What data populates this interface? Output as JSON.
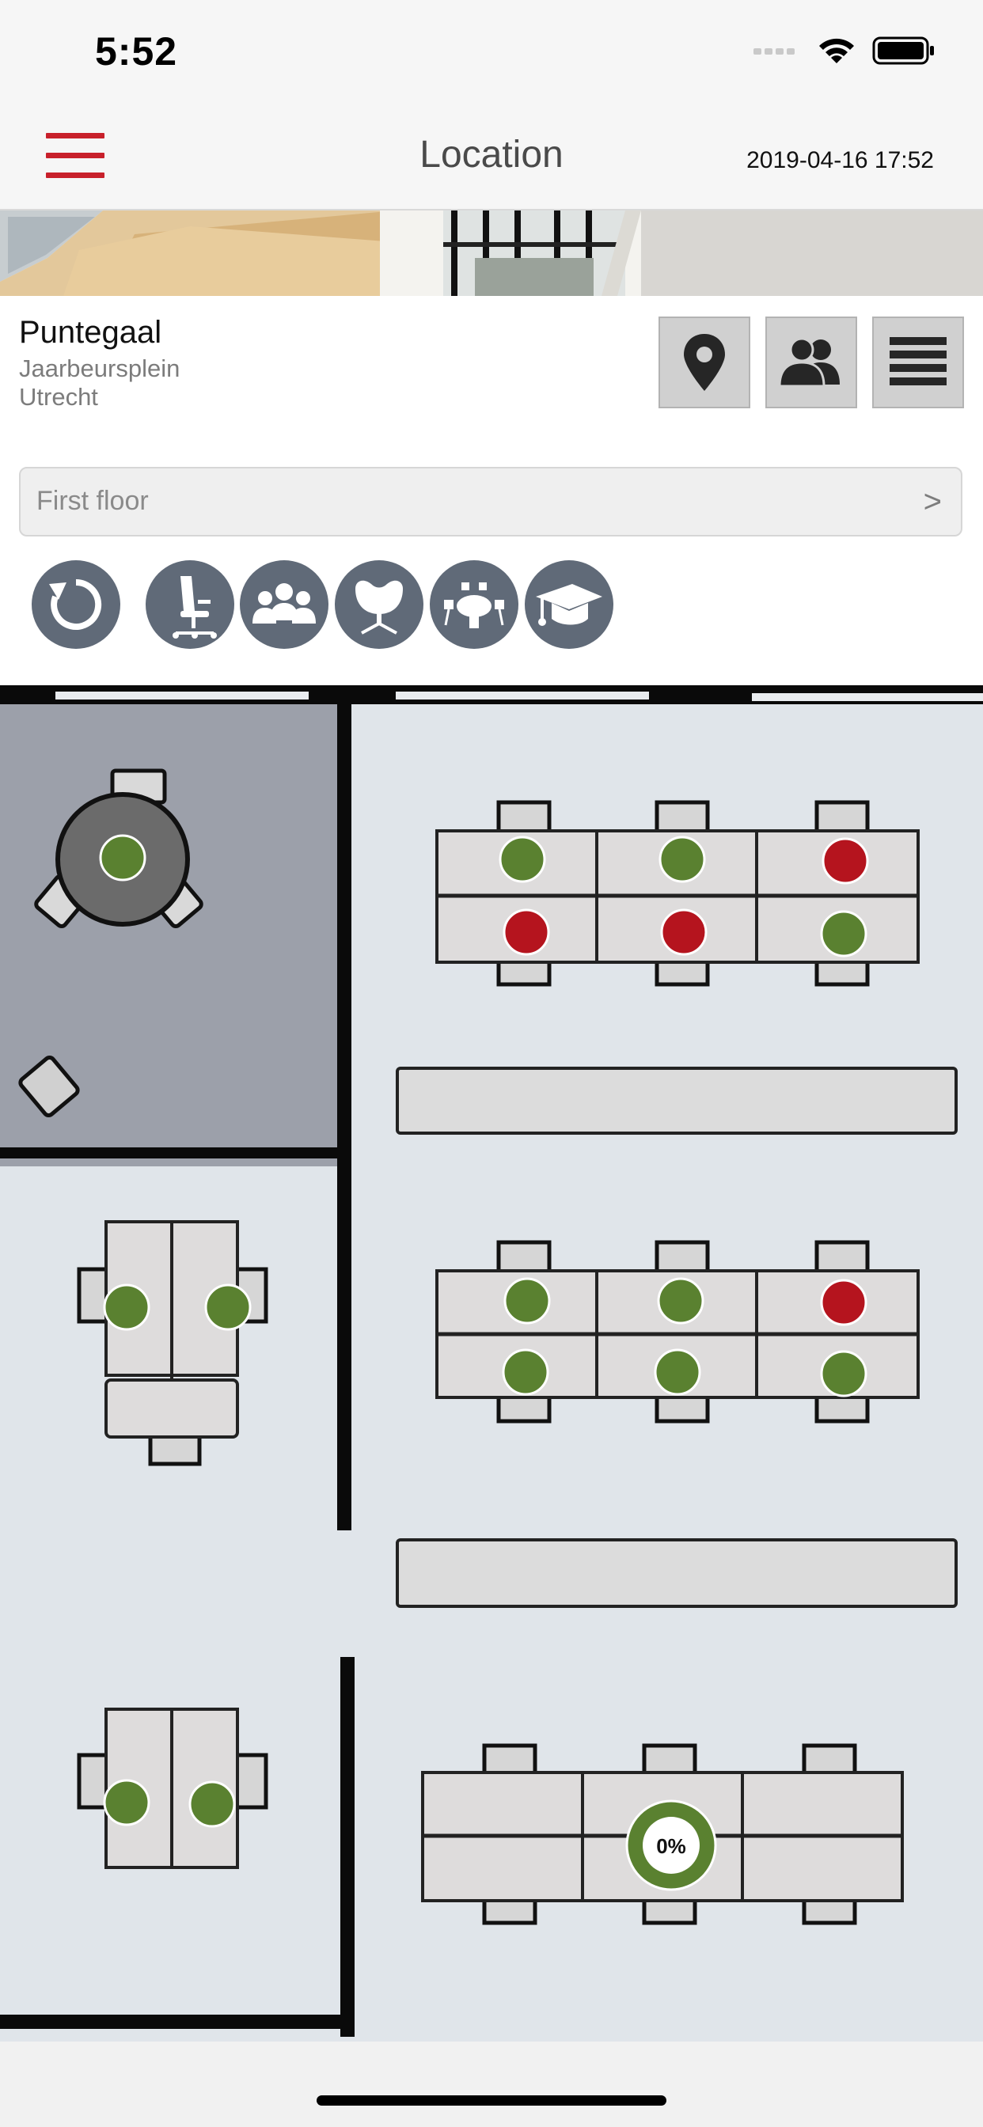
{
  "status_bar": {
    "time": "5:52",
    "icons": [
      "signal-icon",
      "wifi-icon",
      "battery-icon"
    ]
  },
  "nav": {
    "menu_icon": "hamburger-menu-icon",
    "title": "Location",
    "datetime": "2019-04-16 17:52"
  },
  "location": {
    "name": "Puntegaal",
    "street": "Jaarbeursplein",
    "city": "Utrecht"
  },
  "toolbar": {
    "buttons": [
      "map-pin-icon",
      "people-icon",
      "list-icon"
    ]
  },
  "floor": {
    "selected": "First floor",
    "arrow": ">"
  },
  "filters": {
    "buttons": [
      "reset-icon",
      "office-chair-icon",
      "meeting-group-icon",
      "lounge-chair-icon",
      "conference-table-icon",
      "graduation-cap-icon"
    ]
  },
  "floorplan": {
    "colors": {
      "available": "#5a8130",
      "occupied": "#b5141e",
      "desk": "#dedcdc",
      "room": "#9ca0aa",
      "floor": "#e0e5ea"
    },
    "seats": [
      {
        "id": "round-table-seat",
        "status": "available"
      },
      {
        "id": "cluster-a-top-1",
        "status": "available"
      },
      {
        "id": "cluster-a-top-2",
        "status": "available"
      },
      {
        "id": "cluster-a-top-3",
        "status": "occupied"
      },
      {
        "id": "cluster-a-bottom-1",
        "status": "occupied"
      },
      {
        "id": "cluster-a-bottom-2",
        "status": "occupied"
      },
      {
        "id": "cluster-a-bottom-3",
        "status": "available"
      },
      {
        "id": "cluster-b-top-1",
        "status": "available"
      },
      {
        "id": "cluster-b-top-2",
        "status": "available"
      },
      {
        "id": "cluster-b-top-3",
        "status": "occupied"
      },
      {
        "id": "cluster-b-bottom-1",
        "status": "available"
      },
      {
        "id": "cluster-b-bottom-2",
        "status": "available"
      },
      {
        "id": "cluster-b-bottom-3",
        "status": "available"
      },
      {
        "id": "pair-1-left",
        "status": "available"
      },
      {
        "id": "pair-1-right",
        "status": "available"
      },
      {
        "id": "pair-2-left",
        "status": "available"
      },
      {
        "id": "pair-2-right",
        "status": "available"
      }
    ],
    "occupancy_label": "0%"
  }
}
